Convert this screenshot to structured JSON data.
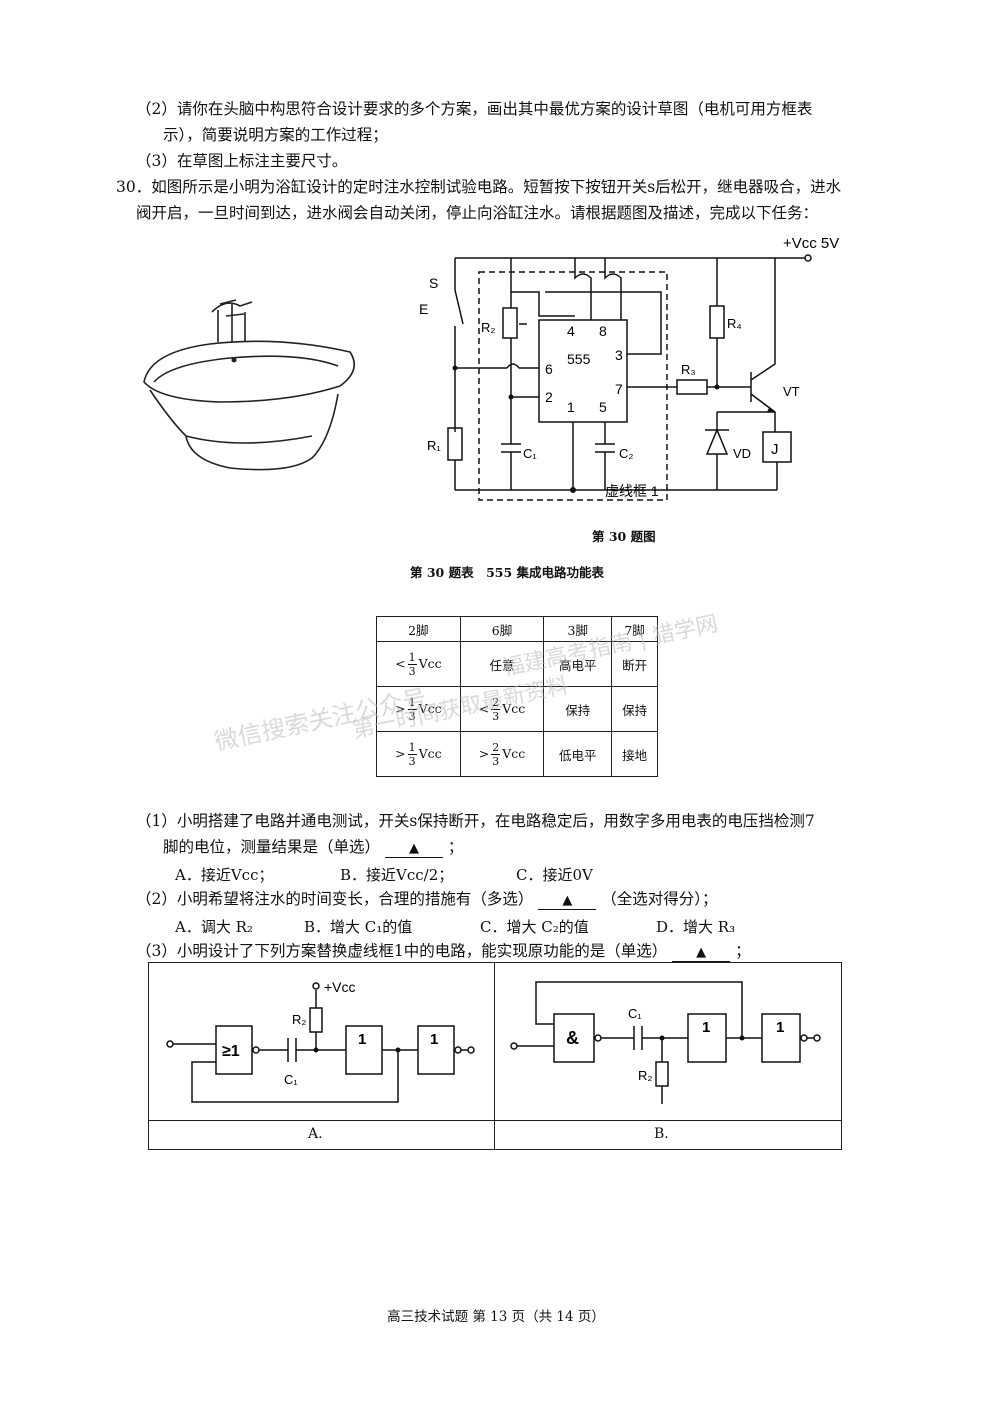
{
  "q29": {
    "item2_line1": "（2）请你在头脑中构思符合设计要求的多个方案，画出其中最优方案的设计草图（电机可用方框表",
    "item2_line2": "示），简要说明方案的工作过程；",
    "item3": "（3）在草图上标注主要尺寸。"
  },
  "q30": {
    "intro_line1": "30．如图所示是小明为浴缸设计的定时注水控制试验电路。短暂按下按钮开关s后松开，继电器吸合，进水",
    "intro_line2": "阀开启，一旦时间到达，进水阀会自动关闭，停止向浴缸注水。请根据题图及描述，完成以下任务：",
    "circuit_labels": {
      "vcc": "+Vcc 5V",
      "s": "S",
      "e": "E",
      "r2": "R₂",
      "r4": "R₄",
      "r3": "R₃",
      "r1": "R₁",
      "c1": "C₁",
      "c2": "C₂",
      "vt": "VT",
      "vd": "VD",
      "j": "J",
      "chip": "555",
      "pin4": "4",
      "pin8": "8",
      "pin3": "3",
      "pin6": "6",
      "pin7": "7",
      "pin2": "2",
      "pin1": "1",
      "pin5": "5",
      "frame": "虚线框 1"
    },
    "figure_caption": "第 30 题图",
    "table_caption": "第 30 题表　555 集成电路功能表",
    "table": {
      "headers": [
        "2脚",
        "6脚",
        "3脚",
        "7脚"
      ],
      "rows": [
        [
          "<1/3Vcc",
          "任意",
          "高电平",
          "断开"
        ],
        [
          ">1/3Vcc",
          "<2/3Vcc",
          "保持",
          "保持"
        ],
        [
          ">1/3Vcc",
          ">2/3Vcc",
          "低电平",
          "接地"
        ]
      ]
    },
    "sub1_line1": "（1）小明搭建了电路并通电测试，开关s保持断开，在电路稳定后，用数字多用电表的电压挡检测7",
    "sub1_line2_a": "脚的电位，测量结果是（单选）",
    "sub1_line2_b": "；",
    "blank_mark": "▲",
    "sub1_options": [
      "A．接近Vcc；",
      "B．接近Vcc/2；",
      "C．接近0V"
    ],
    "sub2_a": "（2）小明希望将注水的时间变长，合理的措施有（多选）",
    "sub2_b": "（全选对得分）；",
    "sub2_options": [
      "A．调大 R₂",
      "B．增大 C₁的值",
      "C．增大 C₂的值",
      "D．增大 R₃"
    ],
    "sub3_a": "（3）小明设计了下列方案替换虚线框1中的电路，能实现原功能的是（单选）",
    "sub3_b": "；",
    "scheme_labels": {
      "vcc": "+Vcc",
      "r2": "R₂",
      "c1": "C₁",
      "or_gate": "≥1",
      "not_gate": "1",
      "and_gate": "&"
    },
    "scheme_options": [
      "A.",
      "B."
    ]
  },
  "watermark": [
    "微信搜索关注公众号",
    "第一时间获取最新资料",
    "福建高考指南 | 猎学网"
  ],
  "footer": "高三技术试题 第 13 页（共 14 页）"
}
